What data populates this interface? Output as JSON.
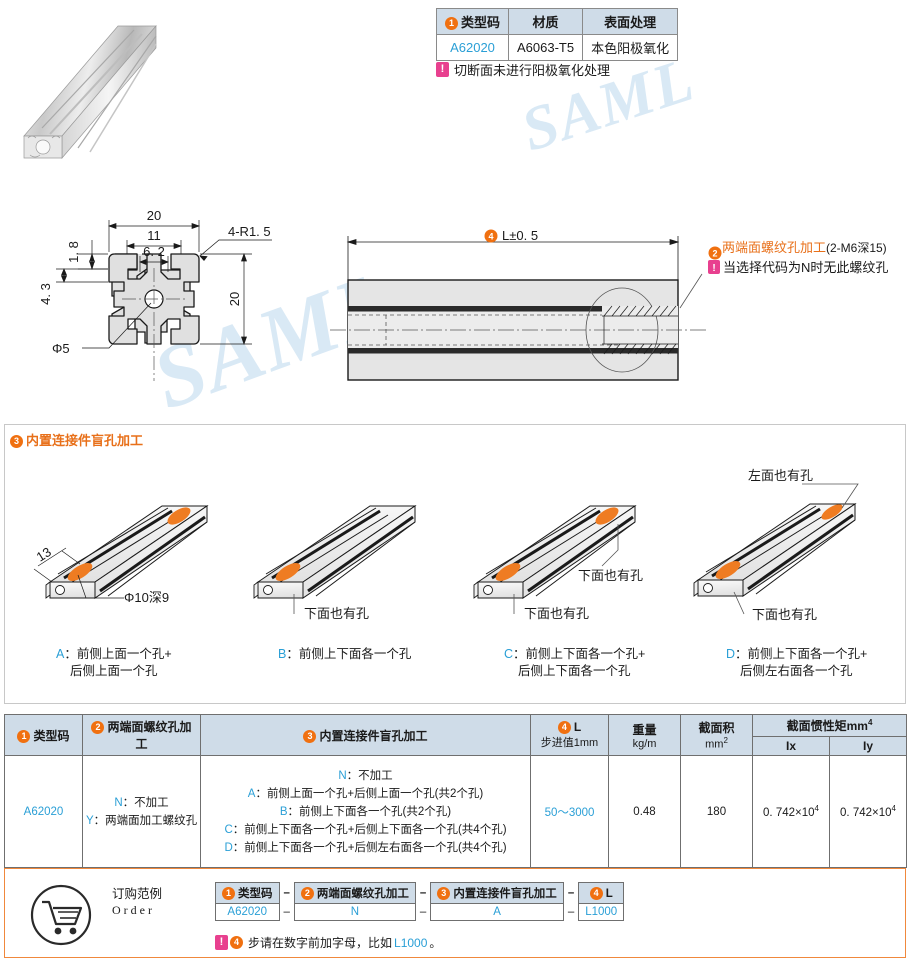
{
  "material_table": {
    "headers": [
      "类型码",
      "材质",
      "表面处理"
    ],
    "header_badge": "1",
    "row": [
      "A62020",
      "A6063-T5",
      "本色阳极氧化"
    ],
    "note": "切断面未进行阳极氧化处理"
  },
  "cross_section": {
    "dims": {
      "width_outer": "20",
      "slot_span": "11",
      "slot_opening": "6. 2",
      "height_outer": "20",
      "wall_top": "1. 8",
      "wall_inner": "4. 3",
      "corner_radius": "4-R1. 5",
      "bore": "Φ5"
    }
  },
  "side_view": {
    "length_label": "L±0. 5",
    "length_badge": "4",
    "tap_badge": "2",
    "tap_label": "两端面螺纹孔加工",
    "tap_spec": "(2-M6深15)",
    "tap_note": "当选择代码为N时无此螺纹孔"
  },
  "section3": {
    "badge": "3",
    "title": "内置连接件盲孔加工",
    "dim_edge": "13",
    "dim_hole": "Φ10深9",
    "callout_bottom": "下面也有孔",
    "callout_left": "左面也有孔",
    "variants": [
      {
        "letter": "A",
        "line1": "前侧上面一个孔+",
        "line2": "后侧上面一个孔"
      },
      {
        "letter": "B",
        "line1": "前侧上下面各一个孔",
        "line2": ""
      },
      {
        "letter": "C",
        "line1": "前侧上下面各一个孔+",
        "line2": "后侧上下面各一个孔"
      },
      {
        "letter": "D",
        "line1": "前侧上下面各一个孔+",
        "line2": "后侧左右面各一个孔"
      }
    ]
  },
  "spec_table": {
    "headers": {
      "type_code": "类型码",
      "type_code_badge": "1",
      "tap": "两端面螺纹孔加工",
      "tap_badge": "2",
      "blind": "内置连接件盲孔加工",
      "blind_badge": "3",
      "length": "L",
      "length_badge": "4",
      "length_step": "步进值1mm",
      "weight": "重量",
      "weight_unit": "kg/m",
      "area": "截面积",
      "area_unit": "mm",
      "area_unit_sup": "2",
      "inertia": "截面惯性矩mm",
      "inertia_sup": "4",
      "ix": "Ix",
      "iy": "Iy"
    },
    "row": {
      "type_code": "A62020",
      "tap_options": [
        {
          "key": "N",
          "text": "不加工"
        },
        {
          "key": "Y",
          "text": "两端面加工螺纹孔"
        }
      ],
      "blind_options": [
        {
          "key": "N",
          "text": "不加工"
        },
        {
          "key": "A",
          "text": "前侧上面一个孔+后侧上面一个孔(共2个孔)"
        },
        {
          "key": "B",
          "text": "前侧上下面各一个孔(共2个孔)"
        },
        {
          "key": "C",
          "text": "前侧上下面各一个孔+后侧上下面各一个孔(共4个孔)"
        },
        {
          "key": "D",
          "text": "前侧上下面各一个孔+后侧左右面各一个孔(共4个孔)"
        }
      ],
      "length": "50～3000",
      "weight": "0.48",
      "area": "180",
      "ix": "0. 742×10",
      "ix_sup": "4",
      "iy": "0. 742×10",
      "iy_sup": "4"
    }
  },
  "order": {
    "label_cn": "订购范例",
    "label_en": "Order",
    "headers": [
      "类型码",
      "两端面螺纹孔加工",
      "内置连接件盲孔加工",
      "L"
    ],
    "header_badges": [
      "1",
      "2",
      "3",
      "4"
    ],
    "values": [
      "A62020",
      "N",
      "A",
      "L1000"
    ],
    "separator": "–",
    "note_badge": "4",
    "note_prefix": "步请在数字前加字母，比如",
    "note_value": "L1000",
    "note_suffix": "。"
  },
  "watermarks": [
    "SAML",
    "SAML",
    "SAML",
    "SAML"
  ],
  "colors": {
    "accent_orange": "#f07010",
    "accent_pink": "#e8408f",
    "link_blue": "#2a9fd6",
    "header_bg": "#cfdce8",
    "watermark": "#d9e9f5"
  }
}
